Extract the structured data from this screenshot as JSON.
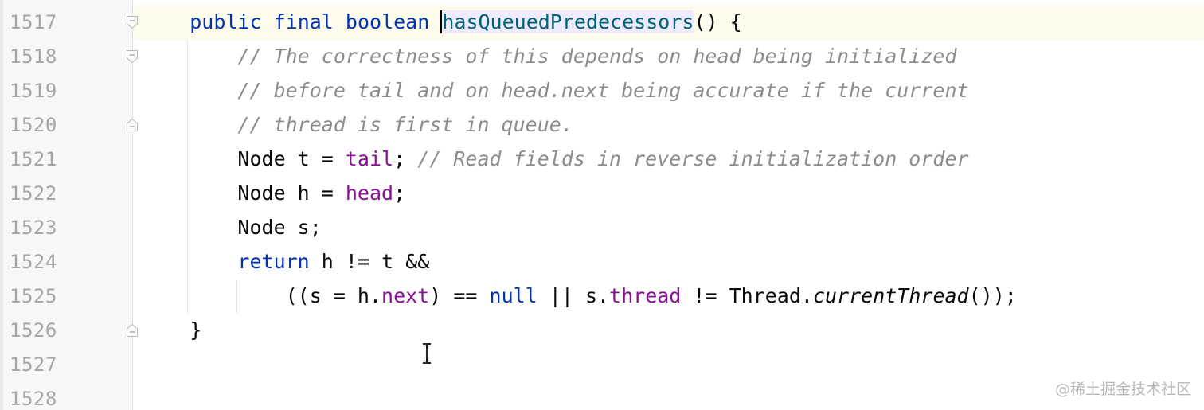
{
  "editor": {
    "lines": [
      {
        "number": "1517",
        "tokens": [
          {
            "t": "    "
          },
          {
            "t": "public",
            "c": "kw"
          },
          {
            "t": " "
          },
          {
            "t": "final",
            "c": "kw"
          },
          {
            "t": " "
          },
          {
            "t": "boolean",
            "c": "kw"
          },
          {
            "t": " "
          },
          {
            "t": "hasQueuedPredecessors",
            "c": "fn hl caret-char"
          },
          {
            "t": "() {"
          }
        ]
      },
      {
        "number": "1518",
        "tokens": [
          {
            "t": "        "
          },
          {
            "t": "// The correctness of this depends on head being initialized",
            "c": "cmt"
          }
        ]
      },
      {
        "number": "1519",
        "tokens": [
          {
            "t": "        "
          },
          {
            "t": "// before tail and on head.next being accurate if the current",
            "c": "cmt"
          }
        ]
      },
      {
        "number": "1520",
        "tokens": [
          {
            "t": "        "
          },
          {
            "t": "// thread is first in queue.",
            "c": "cmt"
          }
        ]
      },
      {
        "number": "1521",
        "tokens": [
          {
            "t": "        Node t = "
          },
          {
            "t": "tail",
            "c": "fld"
          },
          {
            "t": "; "
          },
          {
            "t": "// Read fields in reverse initialization order",
            "c": "cmt"
          }
        ]
      },
      {
        "number": "1522",
        "tokens": [
          {
            "t": "        Node h = "
          },
          {
            "t": "head",
            "c": "fld"
          },
          {
            "t": ";"
          }
        ]
      },
      {
        "number": "1523",
        "tokens": [
          {
            "t": "        Node s;"
          }
        ]
      },
      {
        "number": "1524",
        "tokens": [
          {
            "t": "        "
          },
          {
            "t": "return",
            "c": "kw"
          },
          {
            "t": " h != t &&"
          }
        ]
      },
      {
        "number": "1525",
        "tokens": [
          {
            "t": "            ((s = h."
          },
          {
            "t": "next",
            "c": "fld"
          },
          {
            "t": ") == "
          },
          {
            "t": "null",
            "c": "kw"
          },
          {
            "t": " || s."
          },
          {
            "t": "thread",
            "c": "fld"
          },
          {
            "t": " != Thread."
          },
          {
            "t": "currentThread",
            "c": "ital"
          },
          {
            "t": "());"
          }
        ]
      },
      {
        "number": "1526",
        "tokens": [
          {
            "t": "    }"
          }
        ]
      },
      {
        "number": "1527",
        "tokens": []
      },
      {
        "number": "1528",
        "tokens": []
      }
    ]
  },
  "fold_markers": [
    {
      "line": "1517",
      "kind": "fold-open-icon"
    },
    {
      "line": "1518",
      "kind": "fold-open-icon"
    },
    {
      "line": "1520",
      "kind": "fold-close-icon"
    },
    {
      "line": "1526",
      "kind": "fold-close-icon"
    }
  ],
  "watermark": "@稀土掘金技术社区",
  "colors": {
    "keyword": "#0033b3",
    "field": "#871094",
    "comment": "#8c8c8c",
    "method": "#00627a",
    "line_number": "#a6a6a6",
    "current_line": "#fdfbeb",
    "identifier_highlight": "#edebfc"
  },
  "cursor": {
    "icon": "text-ibeam-cursor-icon"
  }
}
